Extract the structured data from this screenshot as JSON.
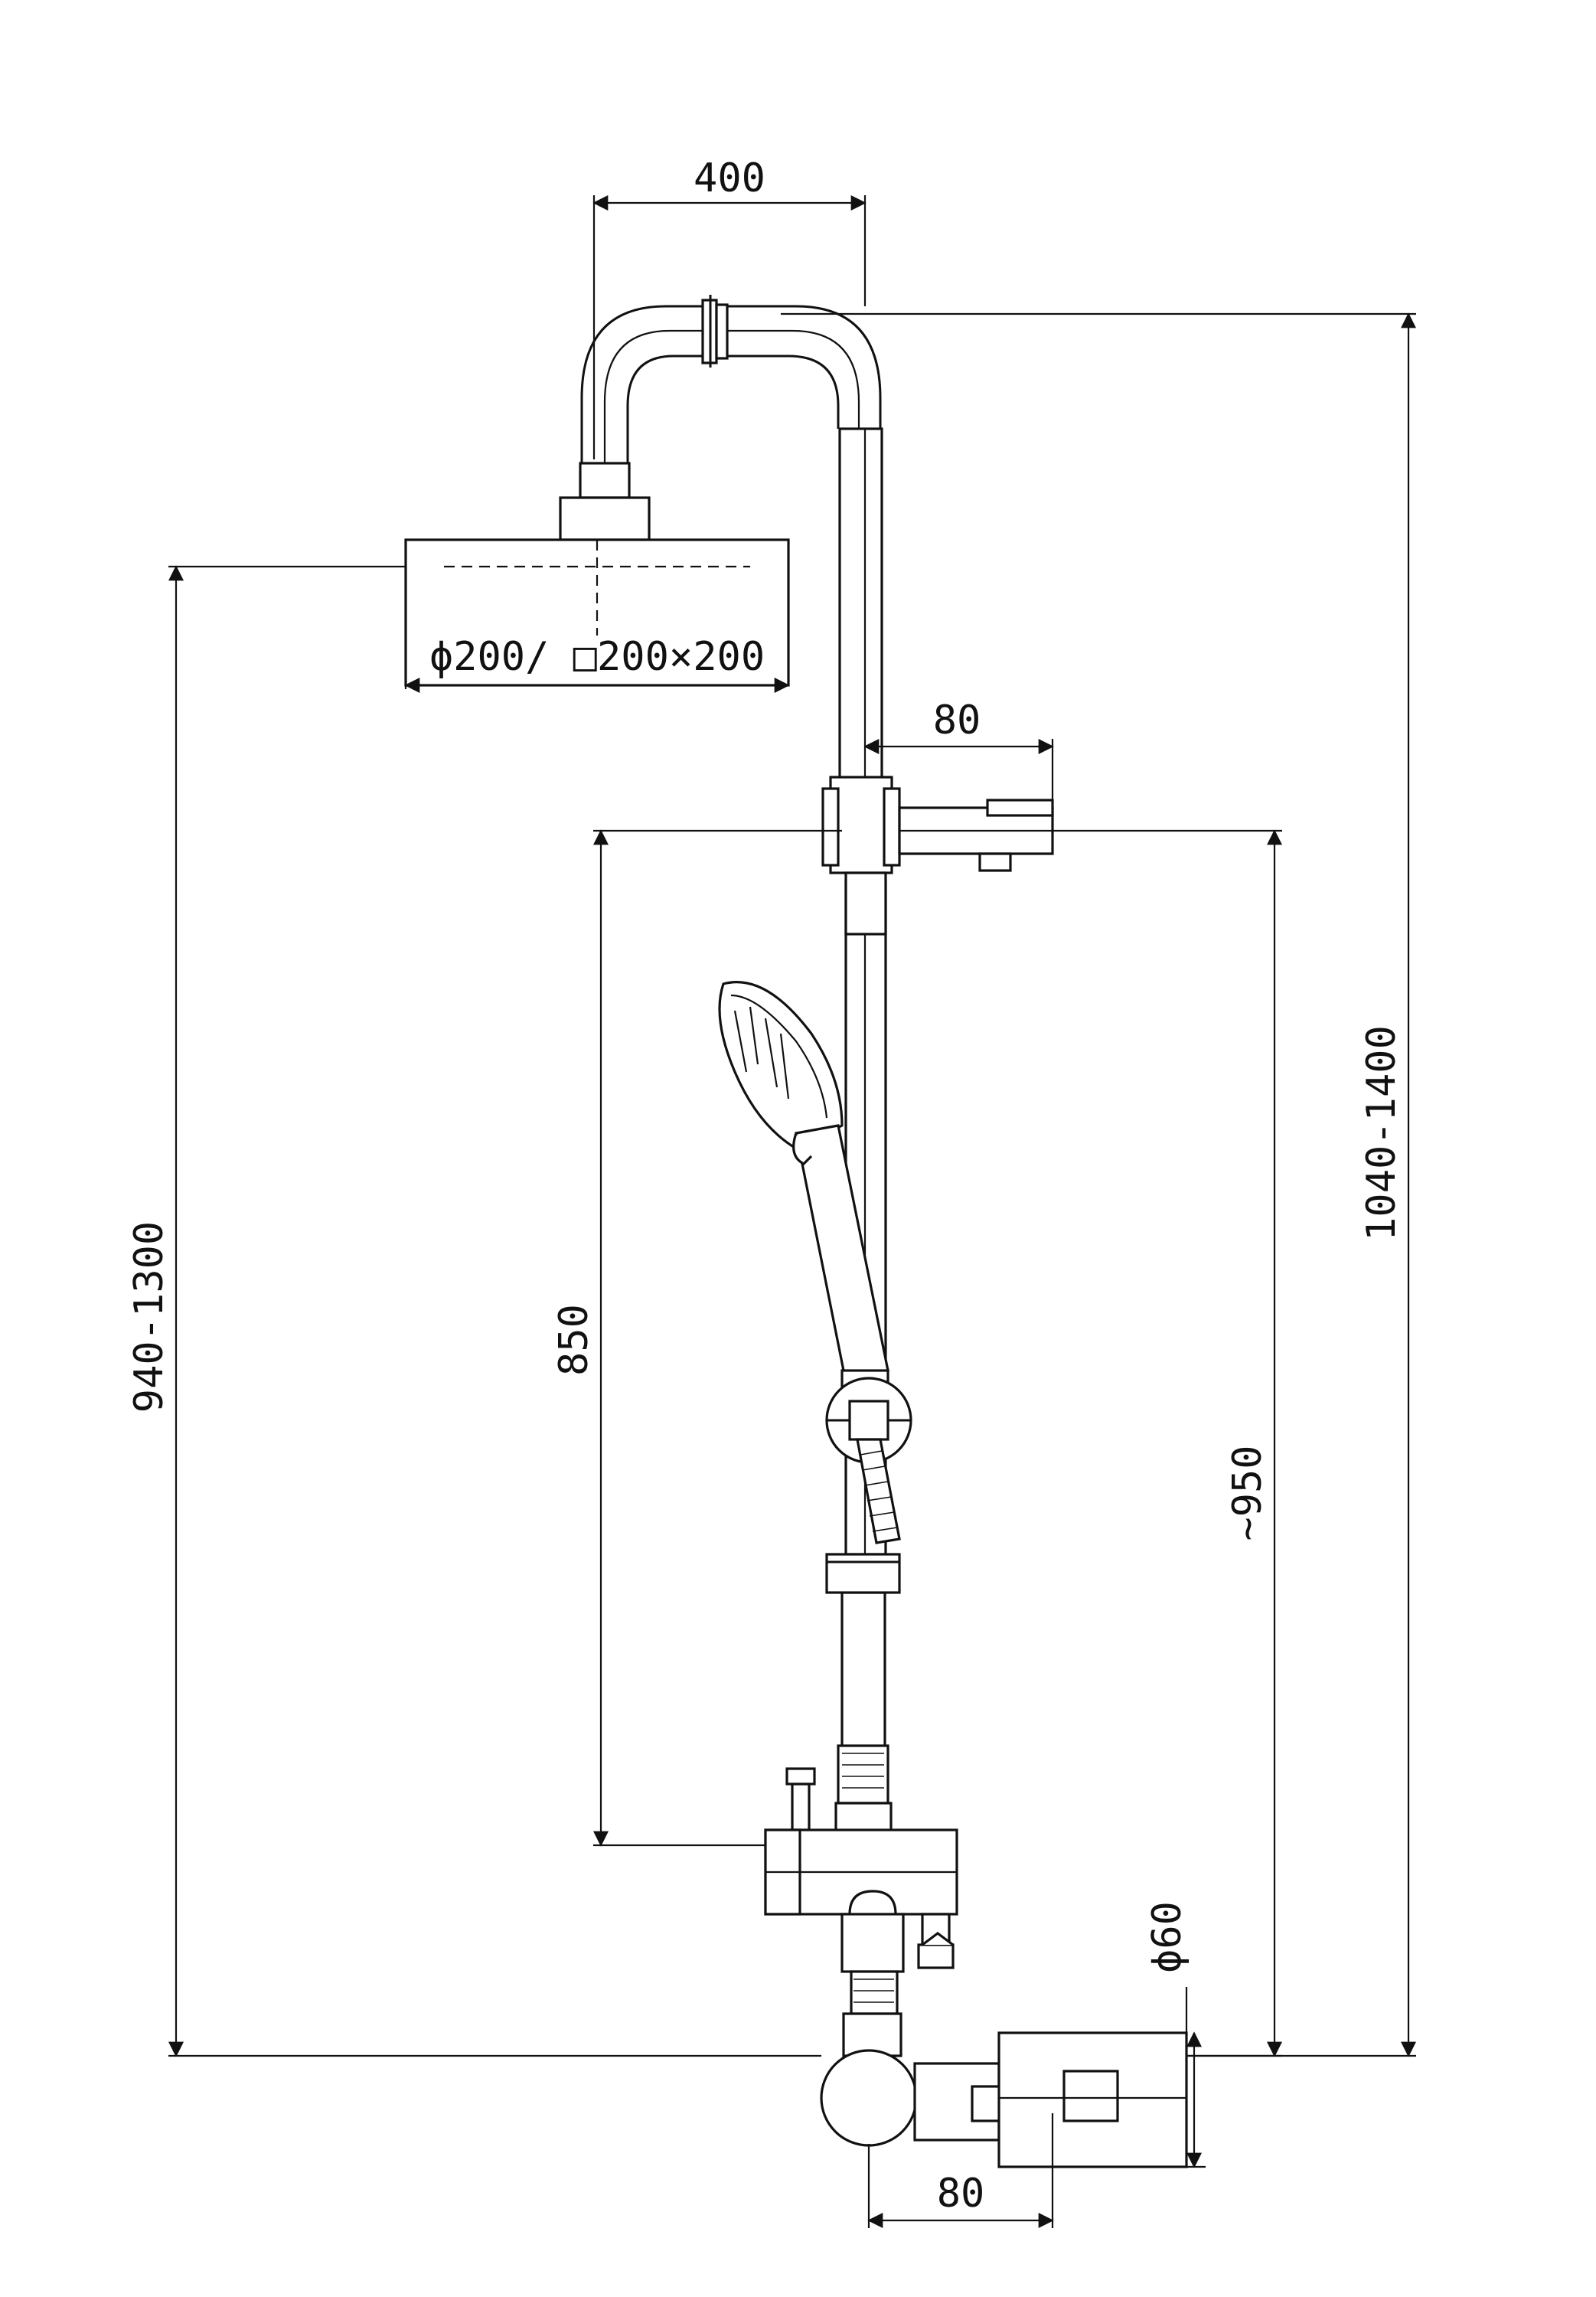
{
  "drawing": {
    "dimensions": {
      "arm_reach": "400",
      "head_size": "ϕ200/ □200×200",
      "holder_offset": "80",
      "hand_shower_height": "850",
      "total_height": "940-1300",
      "rail_height": "~950",
      "overall_height": "1040-1400",
      "mixer_diameter": "ϕ60",
      "mixer_depth": "80"
    },
    "line_color": "#111111",
    "background_color": "#ffffff"
  }
}
